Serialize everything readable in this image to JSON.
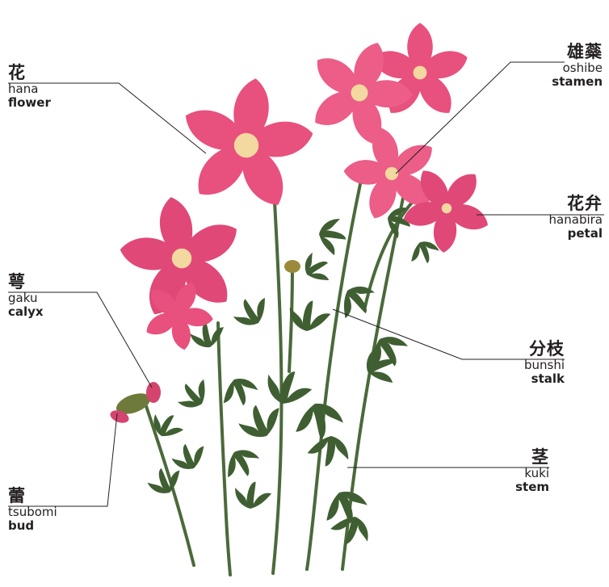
{
  "labels": {
    "flower": {
      "kanji": "花",
      "romaji": "hana",
      "english": "flower"
    },
    "stamen": {
      "kanji": "雄蘂",
      "romaji": "oshibe",
      "english": "stamen"
    },
    "petal": {
      "kanji": "花弁",
      "romaji": "hanabira",
      "english": "petal"
    },
    "calyx": {
      "kanji": "萼",
      "romaji": "gaku",
      "english": "calyx"
    },
    "stalk": {
      "kanji": "分枝",
      "romaji": "bunshi",
      "english": "stalk"
    },
    "stem": {
      "kanji": "茎",
      "romaji": "kuki",
      "english": "stem"
    },
    "bud": {
      "kanji": "蕾",
      "romaji": "tsubomi",
      "english": "bud"
    }
  },
  "colors": {
    "petal": "#e8507d",
    "petal_light": "#f07aa0",
    "petal_dark": "#c43a66",
    "stem": "#4a6a3a",
    "leaf": "#3f5f32",
    "stamen": "#f3d9a0",
    "leader_line": "#231f20"
  }
}
